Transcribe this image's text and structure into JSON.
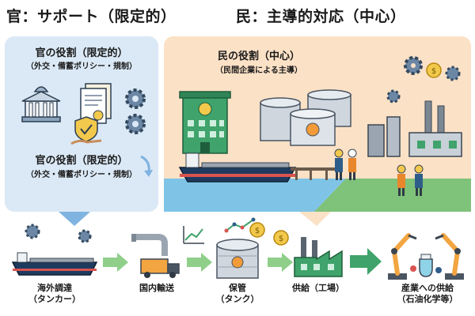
{
  "header": {
    "left_title": "官：サポート（限定的）",
    "right_title": "民：主導的対応（中心）"
  },
  "left_panel": {
    "title_1": "官の役割（限定的）",
    "sub_1": "（外交・備蓄ポリシー・規制）",
    "title_2": "官の役割（限定的）",
    "sub_2": "（外交・備蓄ポリシー・規制）"
  },
  "right_panel": {
    "title": "民の役割（中心）",
    "sub": "（民間企業による主導）"
  },
  "flow": {
    "steps": [
      {
        "line1": "海外調達",
        "line2": "（タンカー）"
      },
      {
        "line1": "国内輸送",
        "line2": ""
      },
      {
        "line1": "保管",
        "line2": "（タンク）"
      },
      {
        "line1": "供給（工場）",
        "line2": ""
      },
      {
        "line1": "産業への供給",
        "line2": "（石油化学等）"
      }
    ]
  },
  "colors": {
    "gov_panel": "#dbe9f6",
    "private_panel": "#fbe1c6",
    "arrow_green": "#8fcf8a",
    "arrow_blue": "#7fb3e0"
  }
}
